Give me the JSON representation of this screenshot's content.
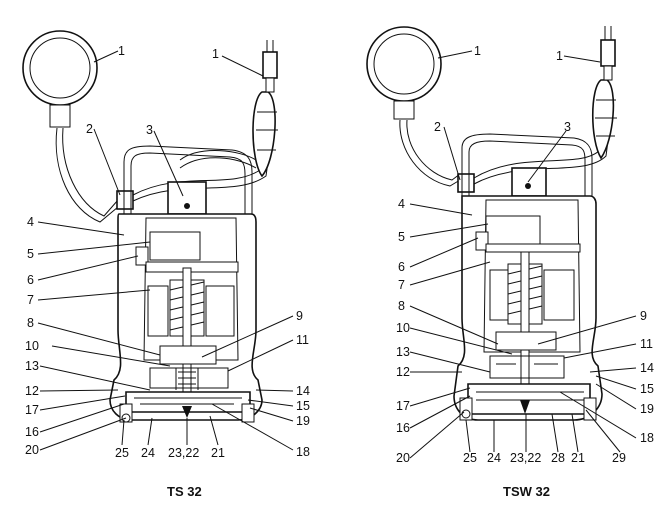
{
  "captions": {
    "left": "TS 32",
    "right": "TSW 32"
  },
  "labels_left": [
    "1",
    "1",
    "2",
    "3",
    "4",
    "5",
    "6",
    "7",
    "8",
    "9",
    "10",
    "11",
    "13",
    "12",
    "14",
    "17",
    "15",
    "16",
    "19",
    "20",
    "25",
    "24",
    "23,22",
    "21",
    "18"
  ],
  "labels_right": [
    "1",
    "1",
    "2",
    "3",
    "4",
    "5",
    "6",
    "7",
    "8",
    "9",
    "10",
    "11",
    "13",
    "14",
    "12",
    "15",
    "17",
    "19",
    "16",
    "18",
    "20",
    "25",
    "24",
    "23,22",
    "28",
    "21",
    "29"
  ]
}
